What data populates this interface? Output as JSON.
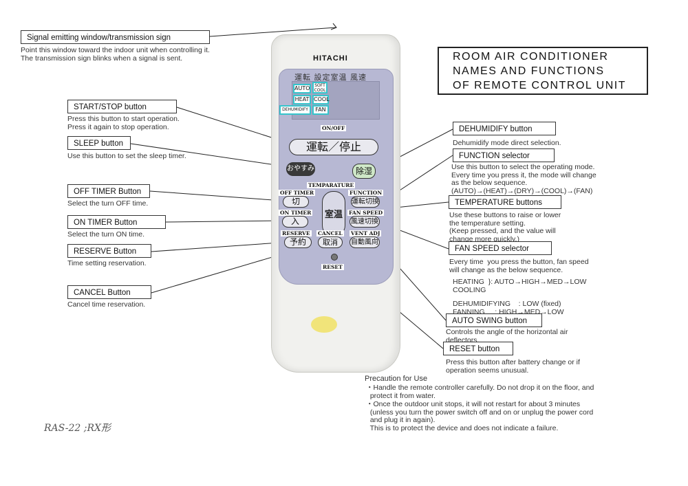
{
  "title": {
    "line1": "ROOM   AIR   CONDITIONER",
    "line2": "NAMES   AND   FUNCTIONS",
    "line3": "OF   REMOTE   CONTROL   UNIT"
  },
  "remote": {
    "brand": "HITACHI",
    "jp_header": "運転  設定室温  風速",
    "modes": {
      "auto": "AUTO",
      "soft_cool": "SOFT COOL",
      "heat": "HEAT",
      "cool": "COOL",
      "dehumidify": "DEHUMIDIFY",
      "fan": "FAN"
    },
    "labels": {
      "on_off": "ON/OFF",
      "temperature": "TEMPARATURE",
      "off_timer": "OFF TIMER",
      "function": "FUNCTION",
      "on_timer": "ON TIMER",
      "fan_speed": "FAN SPEED",
      "reserve": "RESERVE",
      "cancel": "CANCEL",
      "vent_adj": "VENT ADJ",
      "reset": "RESET"
    },
    "buttons": {
      "start_stop": "運転／停止",
      "sleep": "おやすみ",
      "dehumidify": "除湿",
      "off_timer": "切",
      "function": "運転切換",
      "temperature": "室温",
      "on_timer": "入",
      "fan_speed": "風速切換",
      "reserve": "予約",
      "cancel": "取消",
      "auto_swing": "自動風向"
    }
  },
  "left_callouts": {
    "signal": {
      "label": "Signal emitting window/transmission sign",
      "desc": "Point this window toward the indoor unit when controlling it.\nThe transmission sign blinks when a signal is sent."
    },
    "start_stop": {
      "label": "START/STOP button",
      "desc": "Press this button to start operation.\nPress it again to stop operation."
    },
    "sleep": {
      "label": "SLEEP button",
      "desc": "Use this button to set the sleep timer."
    },
    "off_timer": {
      "label": "OFF TIMER Button",
      "desc": "Select the turn OFF time."
    },
    "on_timer": {
      "label": "ON TIMER Button",
      "desc": "Select the turn ON time."
    },
    "reserve": {
      "label": "RESERVE Button",
      "desc": "Time setting reservation."
    },
    "cancel": {
      "label": "CANCEL Button",
      "desc": "Cancel time reservation."
    }
  },
  "right_callouts": {
    "dehumidify": {
      "label": "DEHUMIDIFY button",
      "desc": "Dehumidify mode direct selection."
    },
    "function": {
      "label": "FUNCTION selector",
      "desc": "Use this button to select the operating mode.\nEvery time you press it, the mode will change\nas the below sequence.\n(AUTO)→(HEAT)→(DRY)→(COOL)→(FAN)"
    },
    "temperature": {
      "label": "TEMPERATURE buttons",
      "desc": "Use these buttons to raise or lower\nthe temperature setting.\n(Keep pressed, and the value will\nchange more quickly.)"
    },
    "fan_speed": {
      "label": "FAN SPEED selector",
      "desc": "Every time  you press the button, fan speed\nwill change as the below sequence.",
      "seq1": "HEATING  }: AUTO→HIGH→MED→LOW\nCOOLING",
      "seq2": "DEHUMIDIFYING    : LOW (fixed)\nFANNING     : HIGH→MED→LOW"
    },
    "auto_swing": {
      "label": "AUTO SWING button",
      "desc": "Controls the angle of the horizontal air\ndeflectors."
    },
    "reset": {
      "label": "RESET button",
      "desc": "Press this button after battery change or if\noperation seems unusual."
    }
  },
  "precaution": {
    "title": "Precaution for Use",
    "item1": "・Handle the remote controller carefully. Do not drop it on the floor, and\n  protect it from water.",
    "item2": "・Once the outdoor unit stops, it will not restart for about 3 minutes\n  (unless you turn the power switch off and on or unplug the power cord\n  and plug it in again).\n  This is to protect the device and does not indicate a failure."
  },
  "model_note": "RAS-22 ;RX形"
}
